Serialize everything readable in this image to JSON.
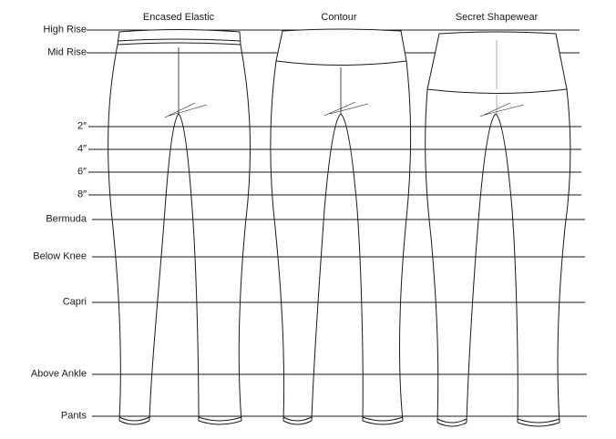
{
  "columns": [
    {
      "key": "encased",
      "title": "Encased Elastic"
    },
    {
      "key": "contour",
      "title": "Contour"
    },
    {
      "key": "secret",
      "title": "Secret Shapewear"
    }
  ],
  "rows": [
    {
      "key": "high_rise",
      "label": "High Rise"
    },
    {
      "key": "mid_rise",
      "label": "Mid Rise"
    },
    {
      "key": "two_inch",
      "label": "2″"
    },
    {
      "key": "four_inch",
      "label": "4″"
    },
    {
      "key": "six_inch",
      "label": "6″"
    },
    {
      "key": "eight_inch",
      "label": "8″"
    },
    {
      "key": "bermuda",
      "label": "Bermuda"
    },
    {
      "key": "below_knee",
      "label": "Below Knee"
    },
    {
      "key": "capri",
      "label": "Capri"
    },
    {
      "key": "above_ankle",
      "label": "Above Ankle"
    },
    {
      "key": "pants",
      "label": "Pants"
    }
  ],
  "colors": {
    "line": "#1a1a1a",
    "center_line": "#999999",
    "background": "#ffffff"
  }
}
